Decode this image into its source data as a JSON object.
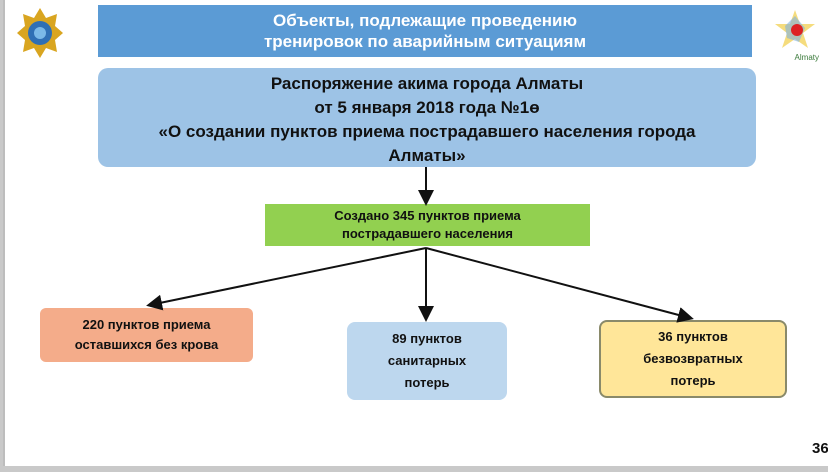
{
  "slide": {
    "title_lines": [
      "Объекты, подлежащие проведению",
      "тренировок по аварийным ситуациям"
    ],
    "order_lines": [
      "Распоряжение акима города Алматы",
      "от 5 января 2018 года №1ө",
      "«О создании пунктов приема пострадавшего населения города",
      "Алматы»"
    ],
    "total_lines": [
      "Создано 345 пунктов приема",
      "пострадавшего населения"
    ],
    "branches": [
      {
        "lines": [
          "220 пунктов приема",
          "оставшихся без крова"
        ],
        "color": "#f4ac8a"
      },
      {
        "lines": [
          "89 пунктов",
          "санитарных",
          "потерь"
        ],
        "color": "#bdd7ee"
      },
      {
        "lines": [
          "36 пунктов",
          "безвозвратных",
          "потерь"
        ],
        "color": "#ffe699"
      }
    ],
    "right_logo_text": "Almaty",
    "page_number": "36"
  }
}
